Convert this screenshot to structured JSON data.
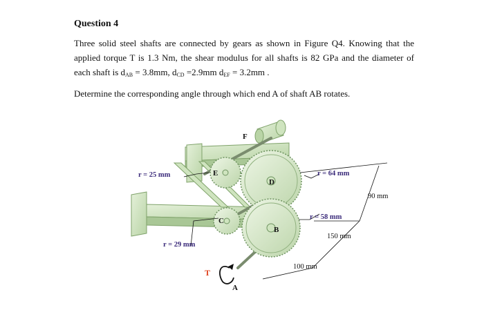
{
  "question": {
    "title": "Question 4",
    "para1": {
      "text_before": "Three solid steel shafts are connected by gears as shown in Figure Q4.  Knowing that the applied torque T is 1.3 Nm, the shear modulus for all shafts is 82 GPa and the diameter of each shaft is d",
      "sub_ab": "AB",
      "val_ab": " = 3.8mm, d",
      "sub_cd": "CD",
      "val_cd": " =2.9mm d",
      "sub_ef": "EF",
      "val_ef": " = 3.2mm ."
    },
    "para2": "Determine the corresponding angle through which end A of shaft AB rotates."
  },
  "figure": {
    "labels": {
      "r_e": "r = 25 mm",
      "r_d": "r = 64 mm",
      "r_b": "r = 58 mm",
      "r_c": "r = 29 mm",
      "dim_90": "90 mm",
      "dim_150": "150 mm",
      "dim_100": "100 mm"
    },
    "letters": {
      "F": "F",
      "E": "E",
      "D": "D",
      "C": "C",
      "B": "B",
      "A": "A",
      "T": "T"
    },
    "colors": {
      "support_fill": "#d3e7c4",
      "support_stroke": "#7fa26a",
      "gear_fill": "#dcebcf",
      "gear_stroke": "#6e9360",
      "label_color": "#3a2a7a",
      "torque_color": "#e0431f"
    }
  }
}
